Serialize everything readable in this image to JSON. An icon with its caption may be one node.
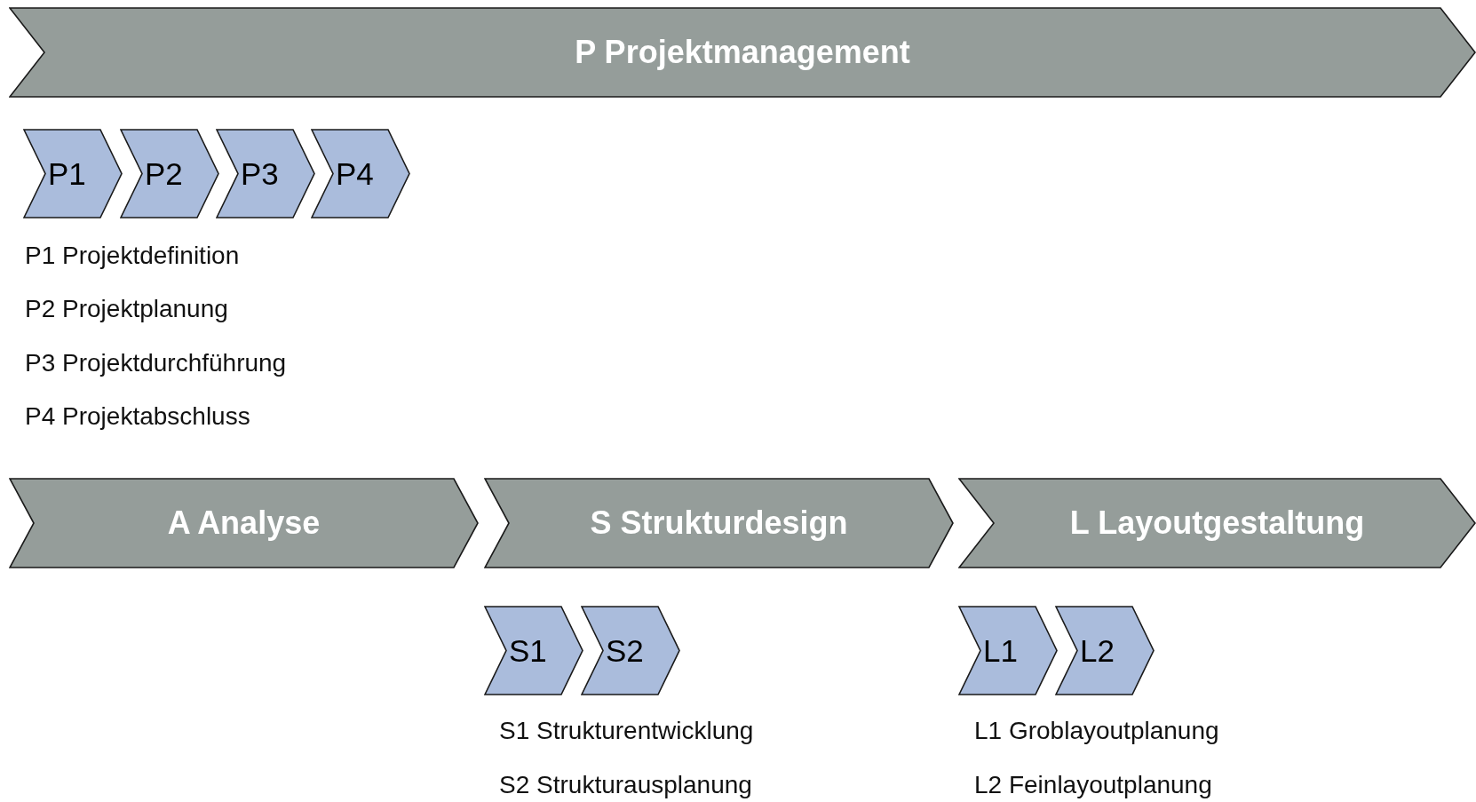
{
  "diagram": {
    "nodes": [
      {
        "text": [
          "P Projektmanagement"
        ]
      },
      {
        "text": [
          "P1"
        ]
      },
      {
        "text": [
          "P2"
        ]
      },
      {
        "text": [
          "P3"
        ]
      },
      {
        "text": [
          "P4"
        ]
      },
      {
        "text": [
          "A Analyse"
        ]
      },
      {
        "text": [
          "S Strukturdesign"
        ]
      },
      {
        "text": [
          "L Layoutgestaltung"
        ]
      },
      {
        "text": [
          "S1"
        ]
      },
      {
        "text": [
          "S2"
        ]
      },
      {
        "text": [
          "L1"
        ]
      },
      {
        "text": [
          "L2"
        ]
      }
    ],
    "edges": [],
    "labels": [
      "P1 Projektdefinition",
      "P2 Projektplanung",
      "P3 Projektdurchführung",
      "P4 Projektabschluss",
      "S1 Strukturentwicklung",
      "S2 Strukturausplanung",
      "L1 Groblayoutplanung",
      "L2 Feinlayoutplanung"
    ]
  }
}
